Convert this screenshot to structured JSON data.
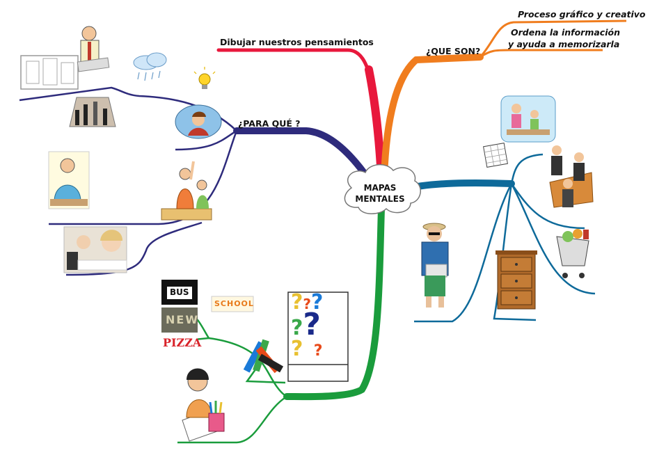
{
  "center": {
    "line1": "MAPAS",
    "line2": "MENTALES"
  },
  "branches": {
    "draw": {
      "label": "Dibujar nuestros pensamientos",
      "color": "#e8183c"
    },
    "que_son": {
      "label": "¿QUE SON?",
      "color": "#f07d1e",
      "sub": [
        "Proceso gráfico y creativo",
        "Ordena la información",
        "y ayuda a memorizarla"
      ]
    },
    "para_que": {
      "label": "¿PARA QUÉ ?",
      "color": "#2e2b7c"
    },
    "uses": {
      "label": "",
      "color": "#0e6a9a"
    },
    "creativity": {
      "label": "",
      "color": "#1a9c3c"
    }
  },
  "picture_text": {
    "bus": "BUS",
    "new": "NEW",
    "pizza": "PIZZA",
    "school": "SCHOOL"
  },
  "icons": [
    "architect-icon",
    "cloud-rain-icon",
    "chess-icon",
    "lightbulb-icon",
    "thinking-woman-icon",
    "writing-man-icon",
    "raised-hand-student-icon",
    "schoolgirls-photo-icon",
    "classroom-icon",
    "calendar-icon",
    "meeting-icon",
    "tourist-icon",
    "dresser-icon",
    "shopping-cart-icon",
    "crayons-icon",
    "question-marks-icon",
    "drawing-girl-icon"
  ]
}
